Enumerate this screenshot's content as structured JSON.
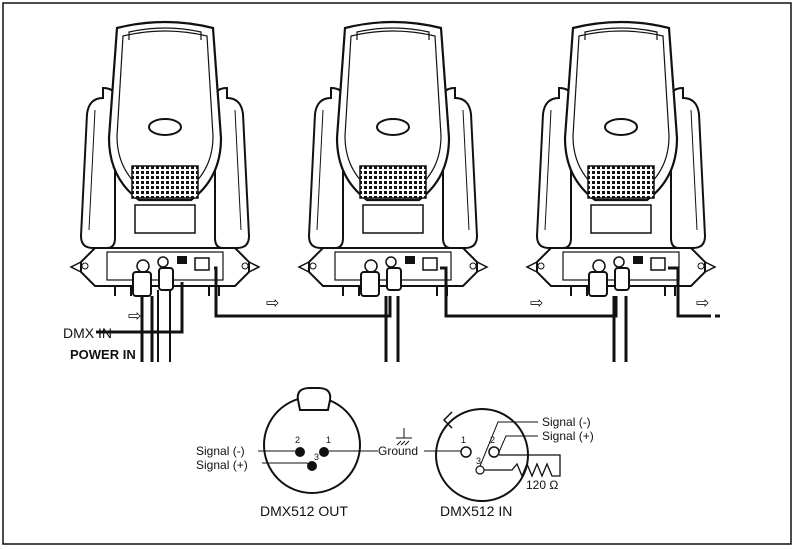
{
  "top": {
    "dmx_in_label": "DMX IN",
    "power_in_label": "POWER IN",
    "arrow_glyph": "⇨",
    "fixture_icon": "moving-head-fixture-icon"
  },
  "connectors": {
    "out": {
      "title": "DMX512 OUT",
      "signal_minus": "Signal (-)",
      "signal_plus": "Signal (+)",
      "ground": "Ground",
      "pins": [
        "2",
        "1",
        "3"
      ]
    },
    "in": {
      "title": "DMX512 IN",
      "signal_minus": "Signal (-)",
      "signal_plus": "Signal (+)",
      "resistor": "120 Ω",
      "pins": [
        "1",
        "2",
        "3"
      ]
    }
  }
}
